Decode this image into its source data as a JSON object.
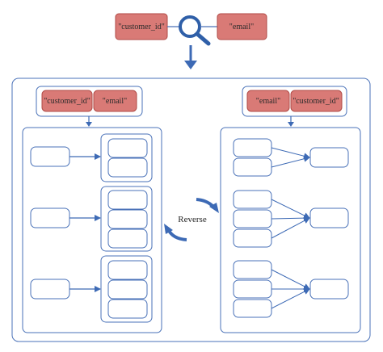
{
  "query": {
    "left_key": "\"customer_id\"",
    "right_key": "\"email\"",
    "icon": "magnifier-icon"
  },
  "left_panel": {
    "keys": [
      "\"customer_id\"",
      "\"email\""
    ],
    "groups": [
      {
        "members": 2
      },
      {
        "members": 3
      },
      {
        "members": 3
      }
    ]
  },
  "right_panel": {
    "keys": [
      "\"email\"",
      "\"customer_id\""
    ],
    "groups": [
      {
        "members": 2
      },
      {
        "members": 3
      },
      {
        "members": 3
      }
    ]
  },
  "center_label": "Reverse",
  "colors": {
    "key_fill": "#d97a76",
    "key_stroke": "#b04a45",
    "line": "#4a72b8",
    "arrow": "#3d6ab5",
    "magnifier_ring": "#2f5fa8"
  }
}
